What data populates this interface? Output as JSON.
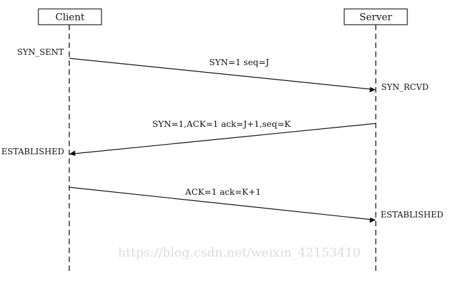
{
  "participants": {
    "client": "Client",
    "server": "Server"
  },
  "states": {
    "client_syn_sent": "SYN_SENT",
    "server_syn_rcvd": "SYN_RCVD",
    "client_established": "ESTABLISHED",
    "server_established": "ESTABLISHED"
  },
  "messages": {
    "syn": "SYN=1 seq=J",
    "syn_ack": "SYN=1,ACK=1 ack=J+1,seq=K",
    "ack": "ACK=1 ack=K+1"
  },
  "watermark": "https://blog.csdn.net/weixin_42153410",
  "colors": {
    "line": "#111111",
    "watermark": "#dcdcdc"
  }
}
